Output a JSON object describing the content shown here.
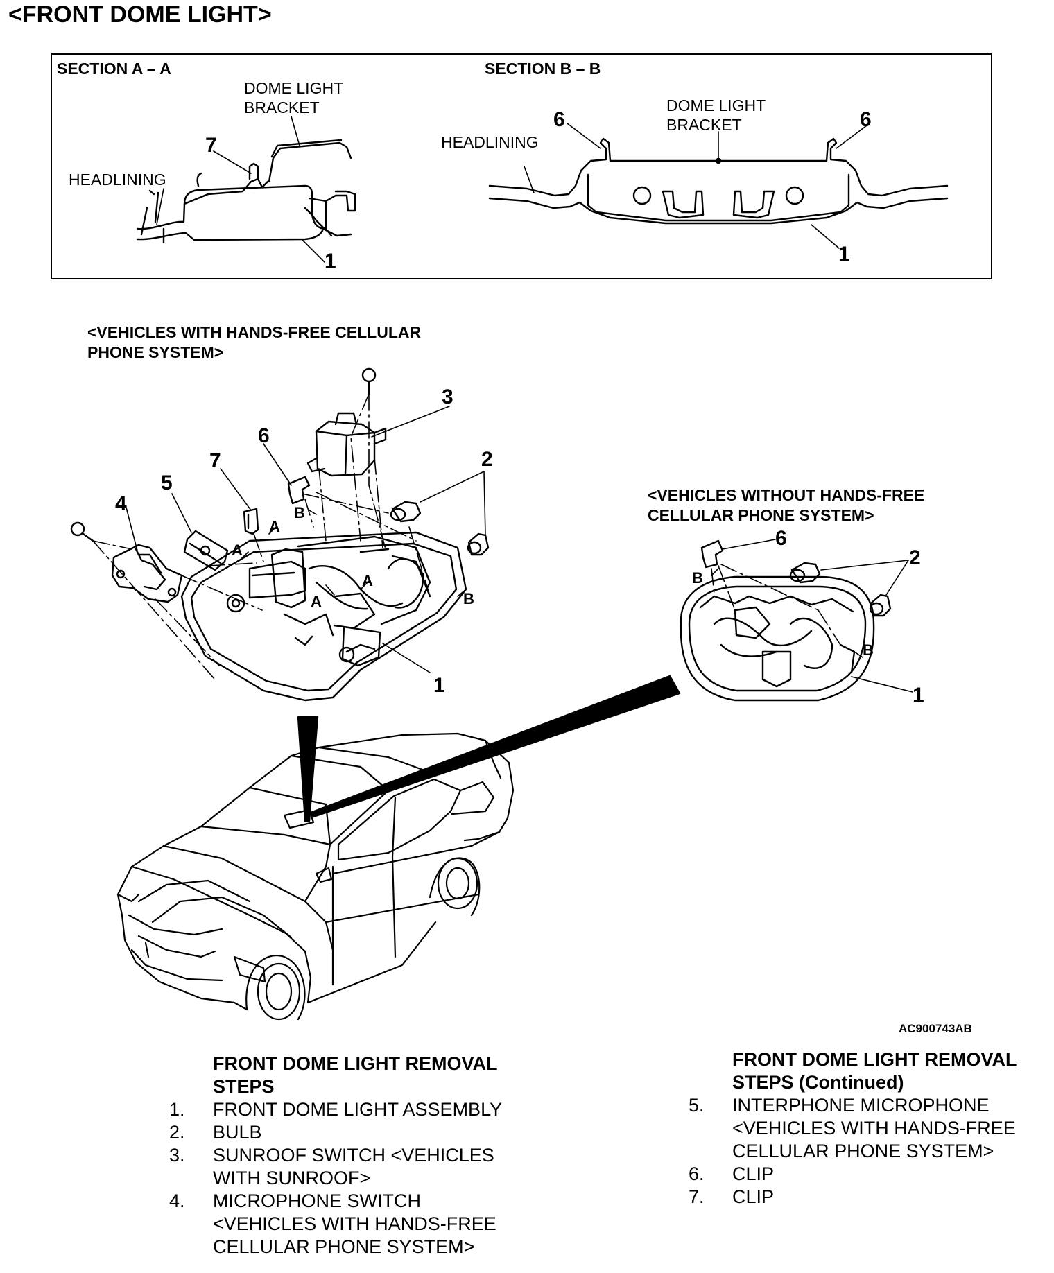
{
  "title": "<FRONT DOME LIGHT>",
  "section_a": {
    "heading": "SECTION A – A",
    "dome_bracket_line1": "DOME LIGHT",
    "dome_bracket_line2": "BRACKET",
    "headlining": "HEADLINING",
    "callout_7": "7",
    "callout_1": "1"
  },
  "section_b": {
    "heading": "SECTION B – B",
    "dome_bracket_line1": "DOME LIGHT",
    "dome_bracket_line2": "BRACKET",
    "headlining": "HEADLINING",
    "callout_6_left": "6",
    "callout_6_right": "6",
    "callout_1": "1"
  },
  "with_hands_free": {
    "heading_line1": "<VEHICLES WITH HANDS-FREE CELLULAR",
    "heading_line2": "PHONE SYSTEM>",
    "callouts": [
      "1",
      "2",
      "3",
      "4",
      "5",
      "6",
      "7"
    ],
    "section_marks": [
      "A",
      "A",
      "A",
      "A",
      "B",
      "B"
    ]
  },
  "without_hands_free": {
    "heading_line1": "<VEHICLES WITHOUT HANDS-FREE",
    "heading_line2": "CELLULAR PHONE SYSTEM>",
    "callouts": [
      "6",
      "2",
      "1"
    ],
    "section_marks": [
      "B",
      "B"
    ]
  },
  "figure_code": "AC900743AB",
  "removal_steps_left": {
    "heading_line1": "FRONT DOME LIGHT REMOVAL",
    "heading_line2": "STEPS",
    "items": [
      {
        "no": "1.",
        "text": "FRONT DOME LIGHT ASSEMBLY"
      },
      {
        "no": "2.",
        "text": "BULB"
      },
      {
        "no": "3.",
        "text": "SUNROOF SWITCH <VEHICLES WITH SUNROOF>"
      },
      {
        "no": "4.",
        "text": "MICROPHONE SWITCH <VEHICLES WITH HANDS-FREE CELLULAR PHONE SYSTEM>"
      }
    ]
  },
  "removal_steps_right": {
    "heading_line1": "FRONT DOME LIGHT REMOVAL",
    "heading_line2": "STEPS (Continued)",
    "items": [
      {
        "no": "5.",
        "text": "INTERPHONE MICROPHONE <VEHICLES WITH HANDS-FREE CELLULAR PHONE SYSTEM>"
      },
      {
        "no": "6.",
        "text": "CLIP"
      },
      {
        "no": "7.",
        "text": "CLIP"
      }
    ]
  }
}
